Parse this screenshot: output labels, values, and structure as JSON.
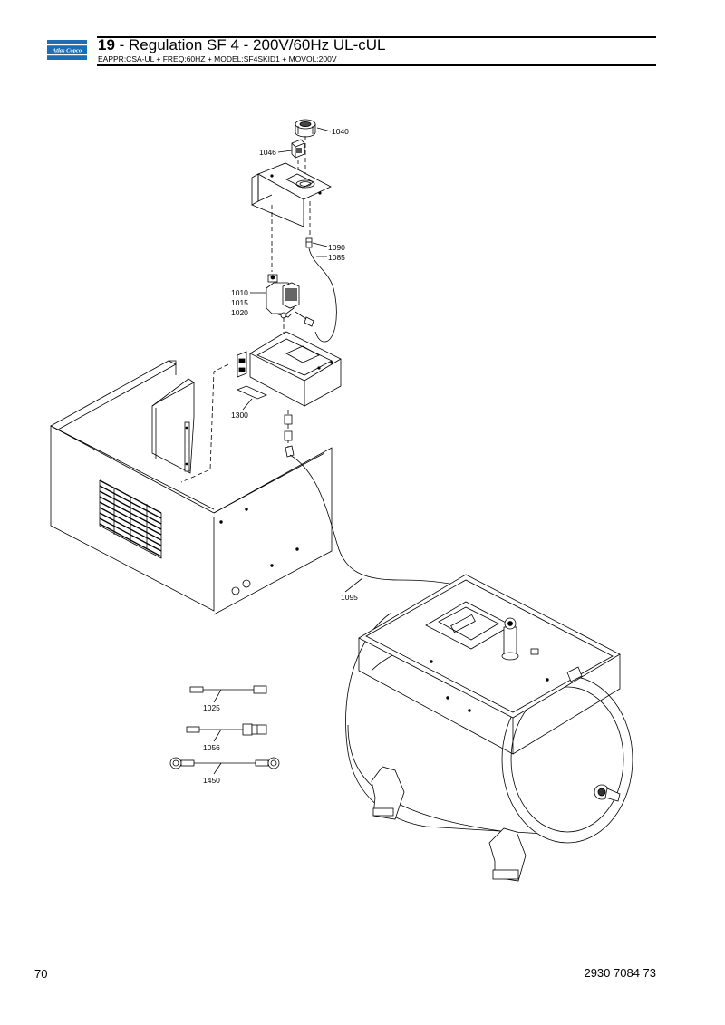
{
  "header": {
    "logo_text": "Atlas Copco",
    "section_number": "19",
    "title_rest": " - Regulation SF 4 - 200V/60Hz UL-cUL",
    "subtitle": "EAPPR:CSA-UL + FREQ:60HZ + MODEL:SF4SKID1 + MOVOL:200V"
  },
  "footer": {
    "page_number": "70",
    "document_number": "2930 7084 73"
  },
  "callouts": {
    "c1040": "1040",
    "c1046": "1046",
    "c1090": "1090",
    "c1085": "1085",
    "c1010": "1010",
    "c1015": "1015",
    "c1020": "1020",
    "c1300": "1300",
    "c1095": "1095",
    "c1025": "1025",
    "c1056": "1056",
    "c1450": "1450"
  },
  "colors": {
    "brand_blue": "#1b6db5",
    "line": "#000000"
  }
}
